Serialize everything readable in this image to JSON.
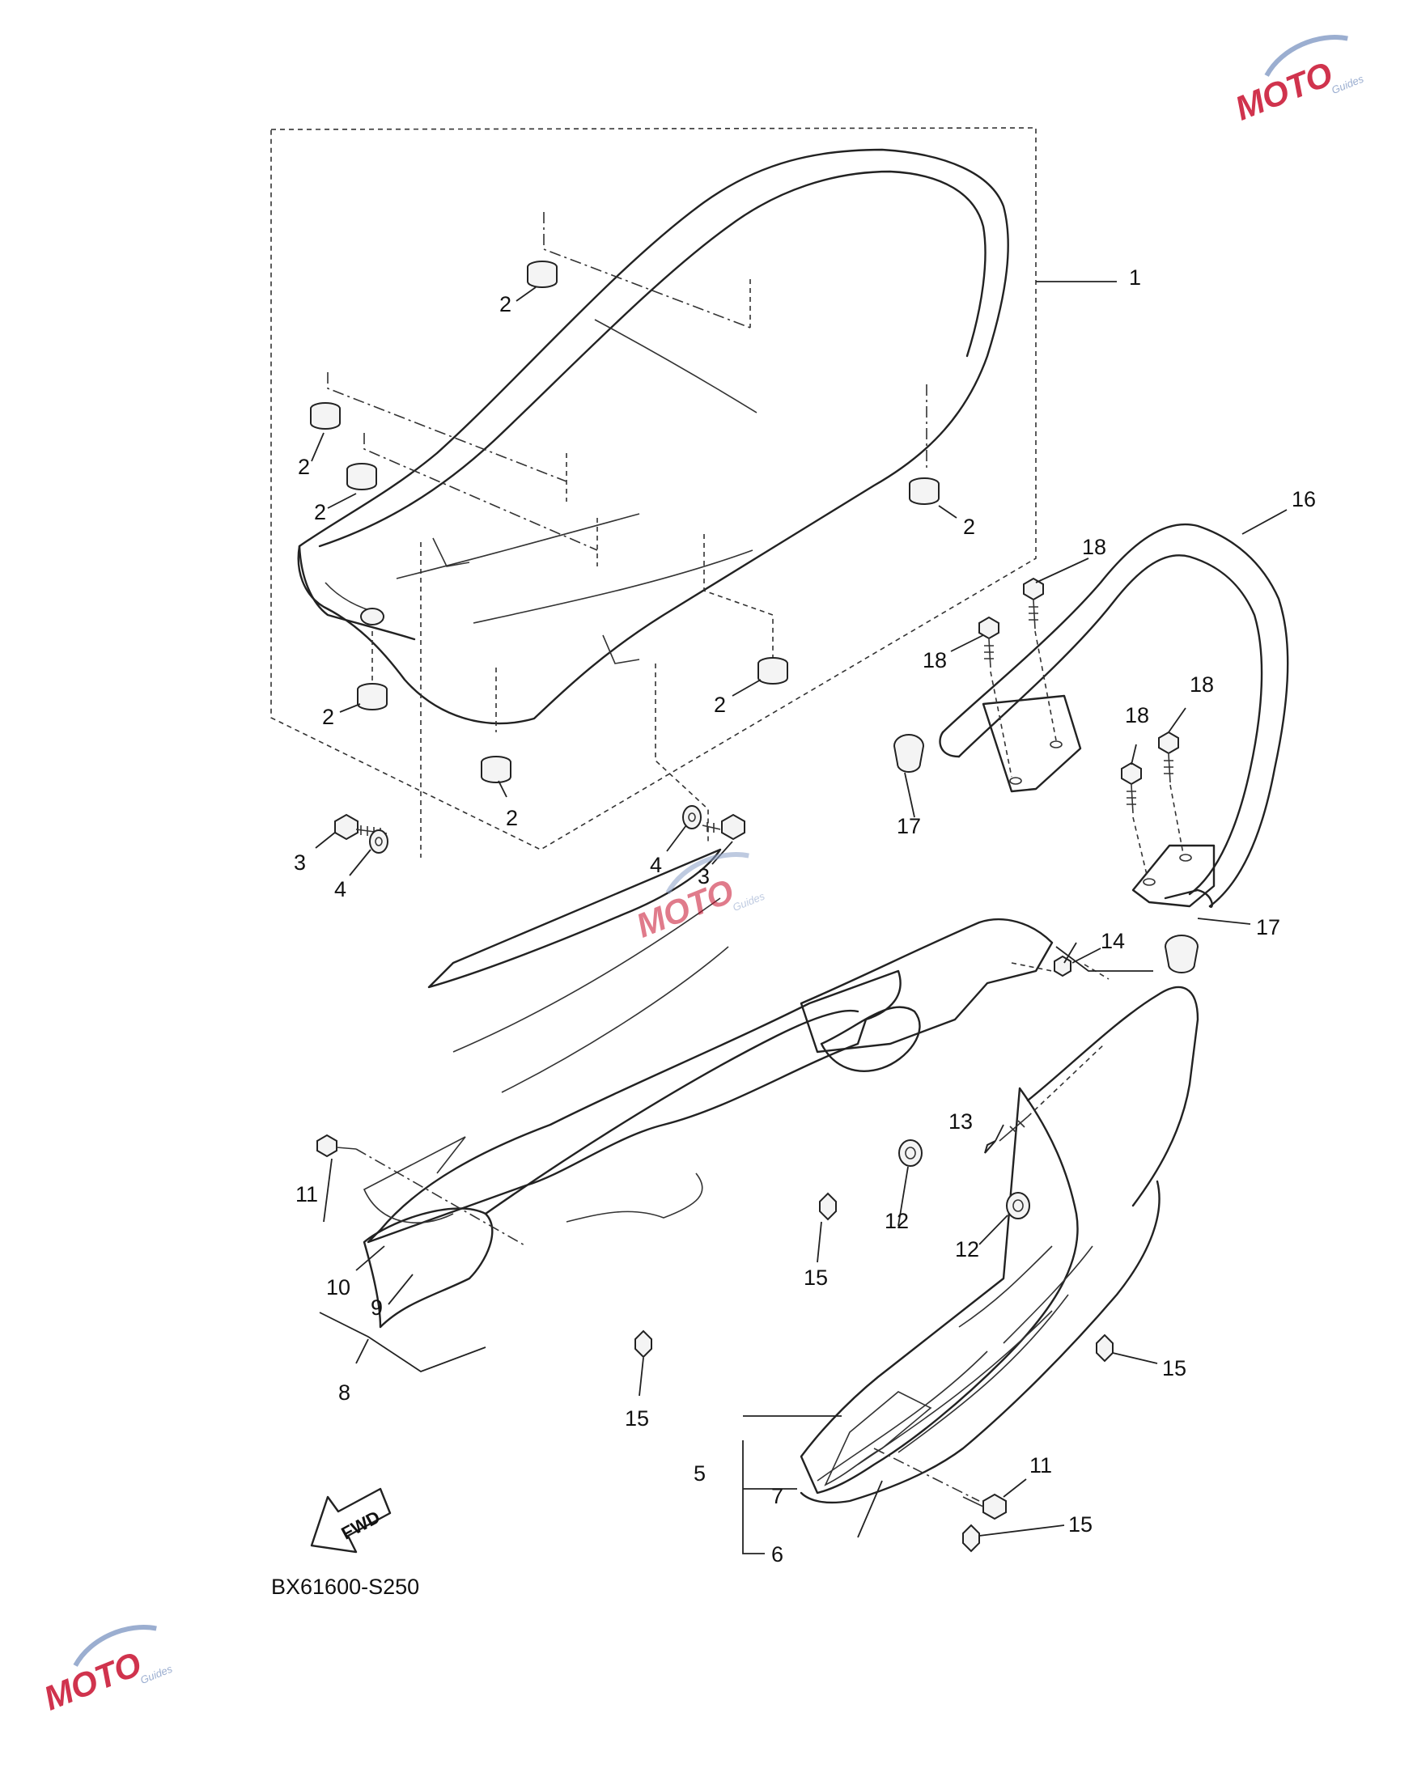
{
  "diagram": {
    "drawing_code": "BX61600-S250",
    "fwd_label": "FWD",
    "watermark": {
      "brand": "MOTO",
      "sub": "Guides",
      "color": "#c8102e",
      "accent": "#8aa0c8"
    },
    "callouts": [
      {
        "id": "c1",
        "text": "1"
      },
      {
        "id": "c2a",
        "text": "2"
      },
      {
        "id": "c2b",
        "text": "2"
      },
      {
        "id": "c2c",
        "text": "2"
      },
      {
        "id": "c2d",
        "text": "2"
      },
      {
        "id": "c2e",
        "text": "2"
      },
      {
        "id": "c2f",
        "text": "2"
      },
      {
        "id": "c2g",
        "text": "2"
      },
      {
        "id": "c3a",
        "text": "3"
      },
      {
        "id": "c3b",
        "text": "3"
      },
      {
        "id": "c4a",
        "text": "4"
      },
      {
        "id": "c4b",
        "text": "4"
      },
      {
        "id": "c5",
        "text": "5"
      },
      {
        "id": "c6",
        "text": "6"
      },
      {
        "id": "c7",
        "text": "7"
      },
      {
        "id": "c8",
        "text": "8"
      },
      {
        "id": "c9",
        "text": "9"
      },
      {
        "id": "c10",
        "text": "10"
      },
      {
        "id": "c11a",
        "text": "11"
      },
      {
        "id": "c11b",
        "text": "11"
      },
      {
        "id": "c12a",
        "text": "12"
      },
      {
        "id": "c12b",
        "text": "12"
      },
      {
        "id": "c13",
        "text": "13"
      },
      {
        "id": "c14",
        "text": "14"
      },
      {
        "id": "c15a",
        "text": "15"
      },
      {
        "id": "c15b",
        "text": "15"
      },
      {
        "id": "c15c",
        "text": "15"
      },
      {
        "id": "c15d",
        "text": "15"
      },
      {
        "id": "c16",
        "text": "16"
      },
      {
        "id": "c17a",
        "text": "17"
      },
      {
        "id": "c17b",
        "text": "17"
      },
      {
        "id": "c18a",
        "text": "18"
      },
      {
        "id": "c18b",
        "text": "18"
      },
      {
        "id": "c18c",
        "text": "18"
      },
      {
        "id": "c18d",
        "text": "18"
      }
    ]
  }
}
